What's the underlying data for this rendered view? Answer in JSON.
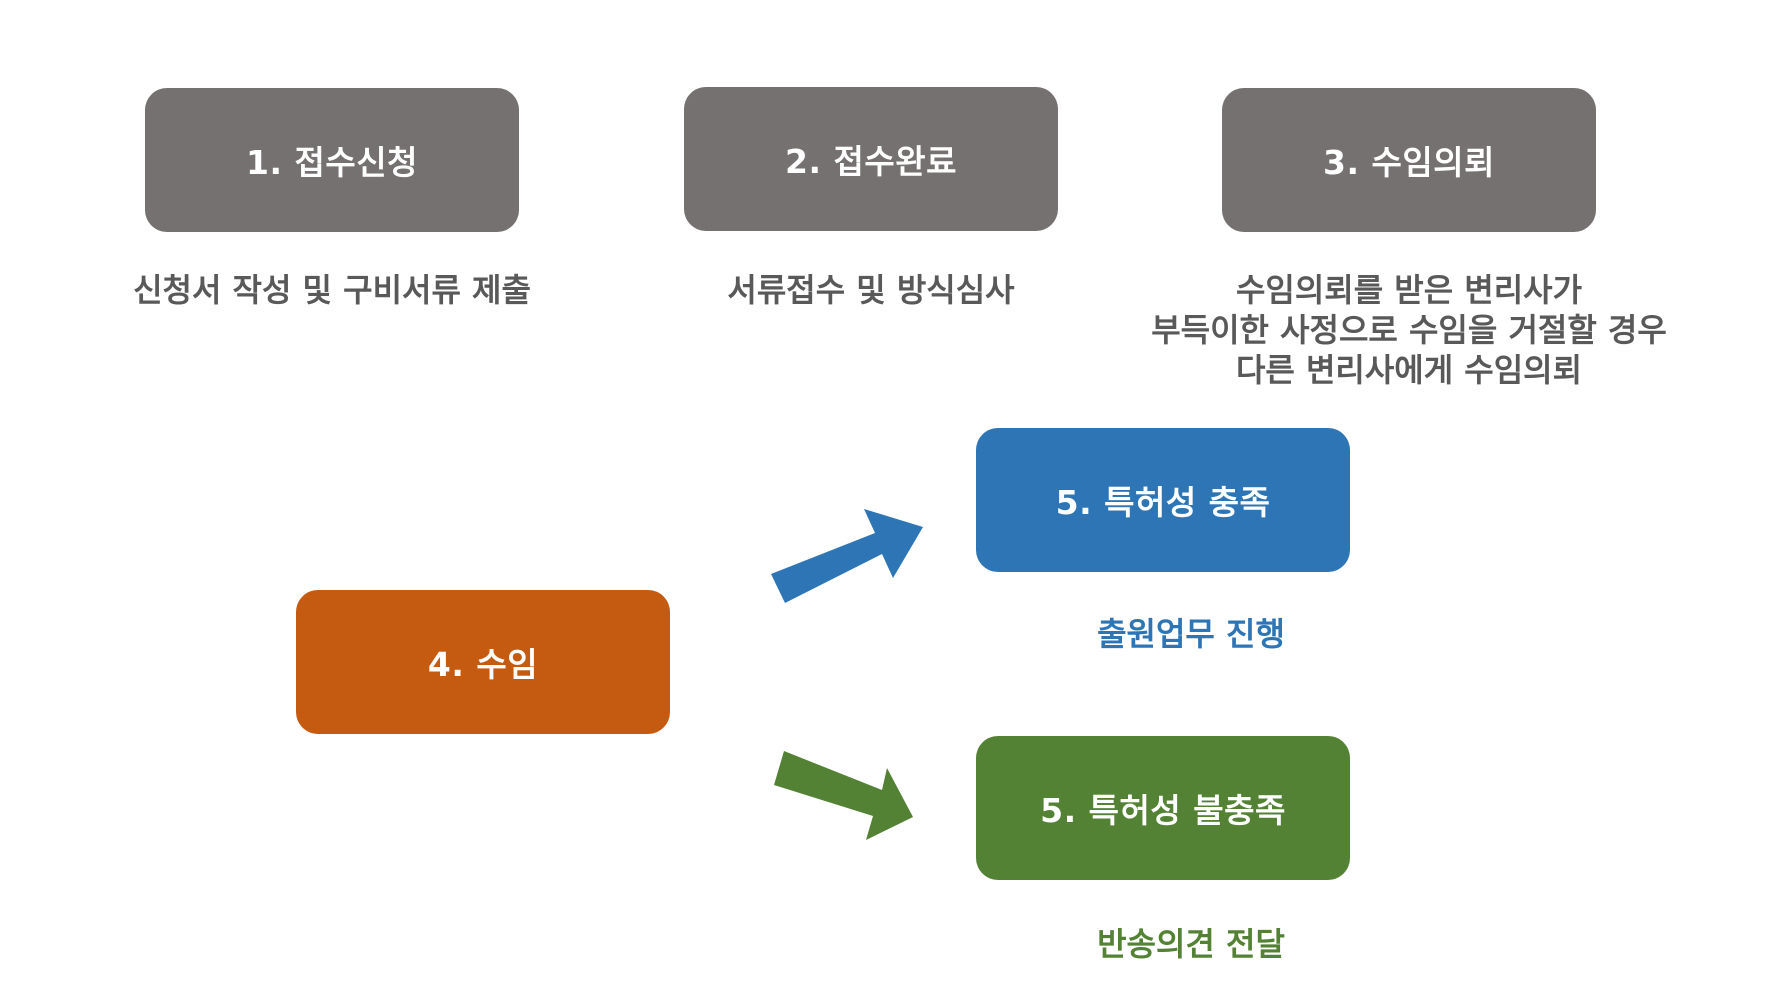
{
  "steps": {
    "step1": {
      "label": "1. 접수신청",
      "caption": "신청서 작성 및 구비서류 제출"
    },
    "step2": {
      "label": "2. 접수완료",
      "caption": "서류접수 및 방식심사"
    },
    "step3": {
      "label": "3. 수임의뢰",
      "caption_lines": [
        "수임의뢰를 받은 변리사가",
        "부득이한 사정으로 수임을 거절할 경우",
        "다른 변리사에게 수임의뢰"
      ]
    },
    "step4": {
      "label": "4. 수임"
    },
    "step5a": {
      "label": "5. 특허성 충족",
      "caption": "출원업무 진행"
    },
    "step5b": {
      "label": "5. 특허성 불충족",
      "caption": "반송의견 전달"
    }
  },
  "colors": {
    "gray_box": "#747170",
    "orange_box": "#c55a11",
    "blue_box": "#2e75b6",
    "green_box": "#548235",
    "caption_dark": "#595959"
  }
}
